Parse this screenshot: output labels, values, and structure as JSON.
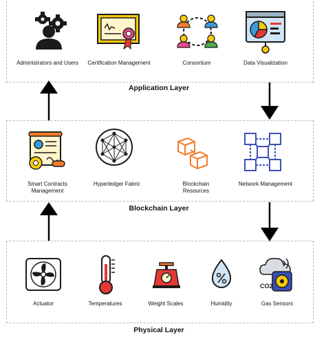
{
  "layers": {
    "application": {
      "title": "Application Layer",
      "items": [
        "Administrators and Users",
        "Certification Management",
        "Consortium",
        "Data Visualization"
      ]
    },
    "blockchain": {
      "title": "Blockchain Layer",
      "items": [
        "Smart Contracts Management",
        "Hyperledger Fabric",
        "Blockchain Resources",
        "Network Management"
      ]
    },
    "physical": {
      "title": "Physical Layer",
      "items": [
        "Actuator",
        "Temperatures",
        "Weight Scales",
        "Humidity",
        "Gas Sensors"
      ],
      "gas_label": "CO2"
    }
  },
  "colors": {
    "border": "#b9b9b9",
    "arrow": "#000000",
    "gear_dark": "#1b1b1b",
    "orange": "#f57c2a",
    "blue": "#3a4fb5",
    "red": "#e53935",
    "yellow": "#f6c90e"
  }
}
